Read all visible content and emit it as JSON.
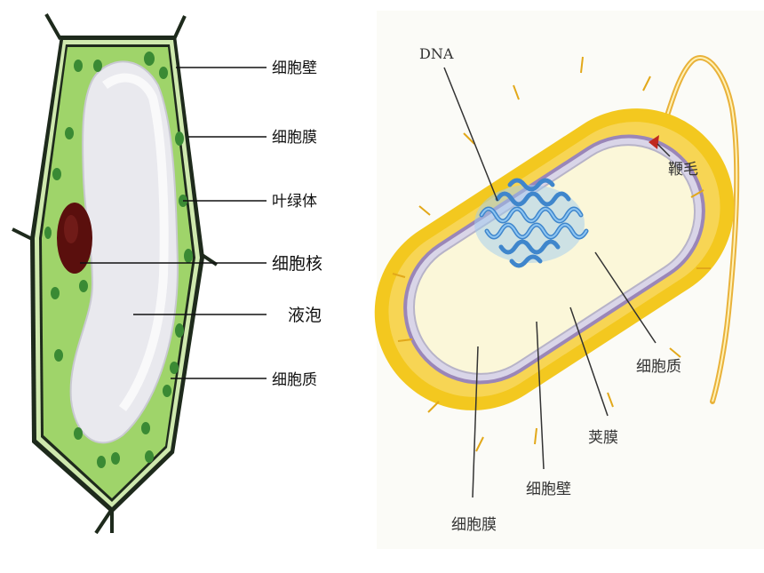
{
  "plant_cell": {
    "labels": {
      "cell_wall": "细胞壁",
      "cell_membrane": "细胞膜",
      "chloroplast": "叶绿体",
      "nucleus": "细胞核",
      "vacuole": "液泡",
      "cytoplasm": "细胞质"
    }
  },
  "bacterium": {
    "labels": {
      "dna": "DNA",
      "flagellum": "鞭毛",
      "cytoplasm": "细胞质",
      "capsule": "荚膜",
      "cell_wall": "细胞壁",
      "cell_membrane": "细胞膜"
    }
  },
  "colors": {
    "plant_cytoplasm": "#9fd46a",
    "plant_wall": "#1e2a1c",
    "chloroplast": "#3a8a34",
    "vacuole": "#e9e9ee",
    "nucleus": "#5a0f0d",
    "capsule": "#f3c81f",
    "bact_cytoplasm": "#fbf7d9",
    "dna": "#5aa6e0",
    "flagellum": "#e9b23a"
  }
}
